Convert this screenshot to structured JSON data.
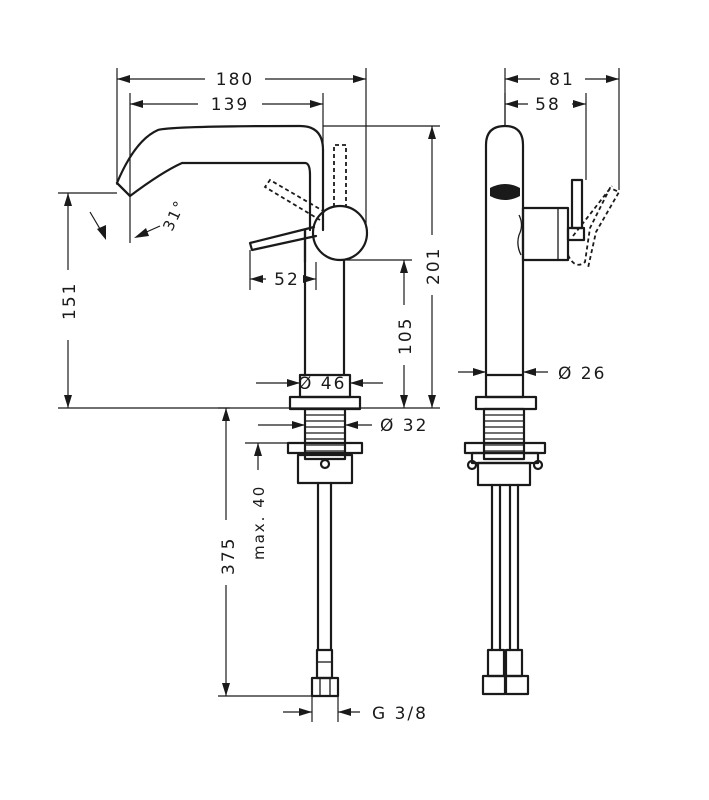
{
  "dimensions": {
    "width_total": "180",
    "width_spout": "139",
    "lever_length": "52",
    "spout_angle": "31°",
    "spout_height": "151",
    "lever_height": "105",
    "total_height": "201",
    "body_diameter": "Ø 46",
    "thread_diameter": "Ø 32",
    "max_counter_thickness": "max. 40",
    "hose_length": "375",
    "connection_thread": "G 3/8",
    "side_depth_total": "81",
    "side_depth_lever": "58",
    "spout_diameter": "Ø 26"
  }
}
